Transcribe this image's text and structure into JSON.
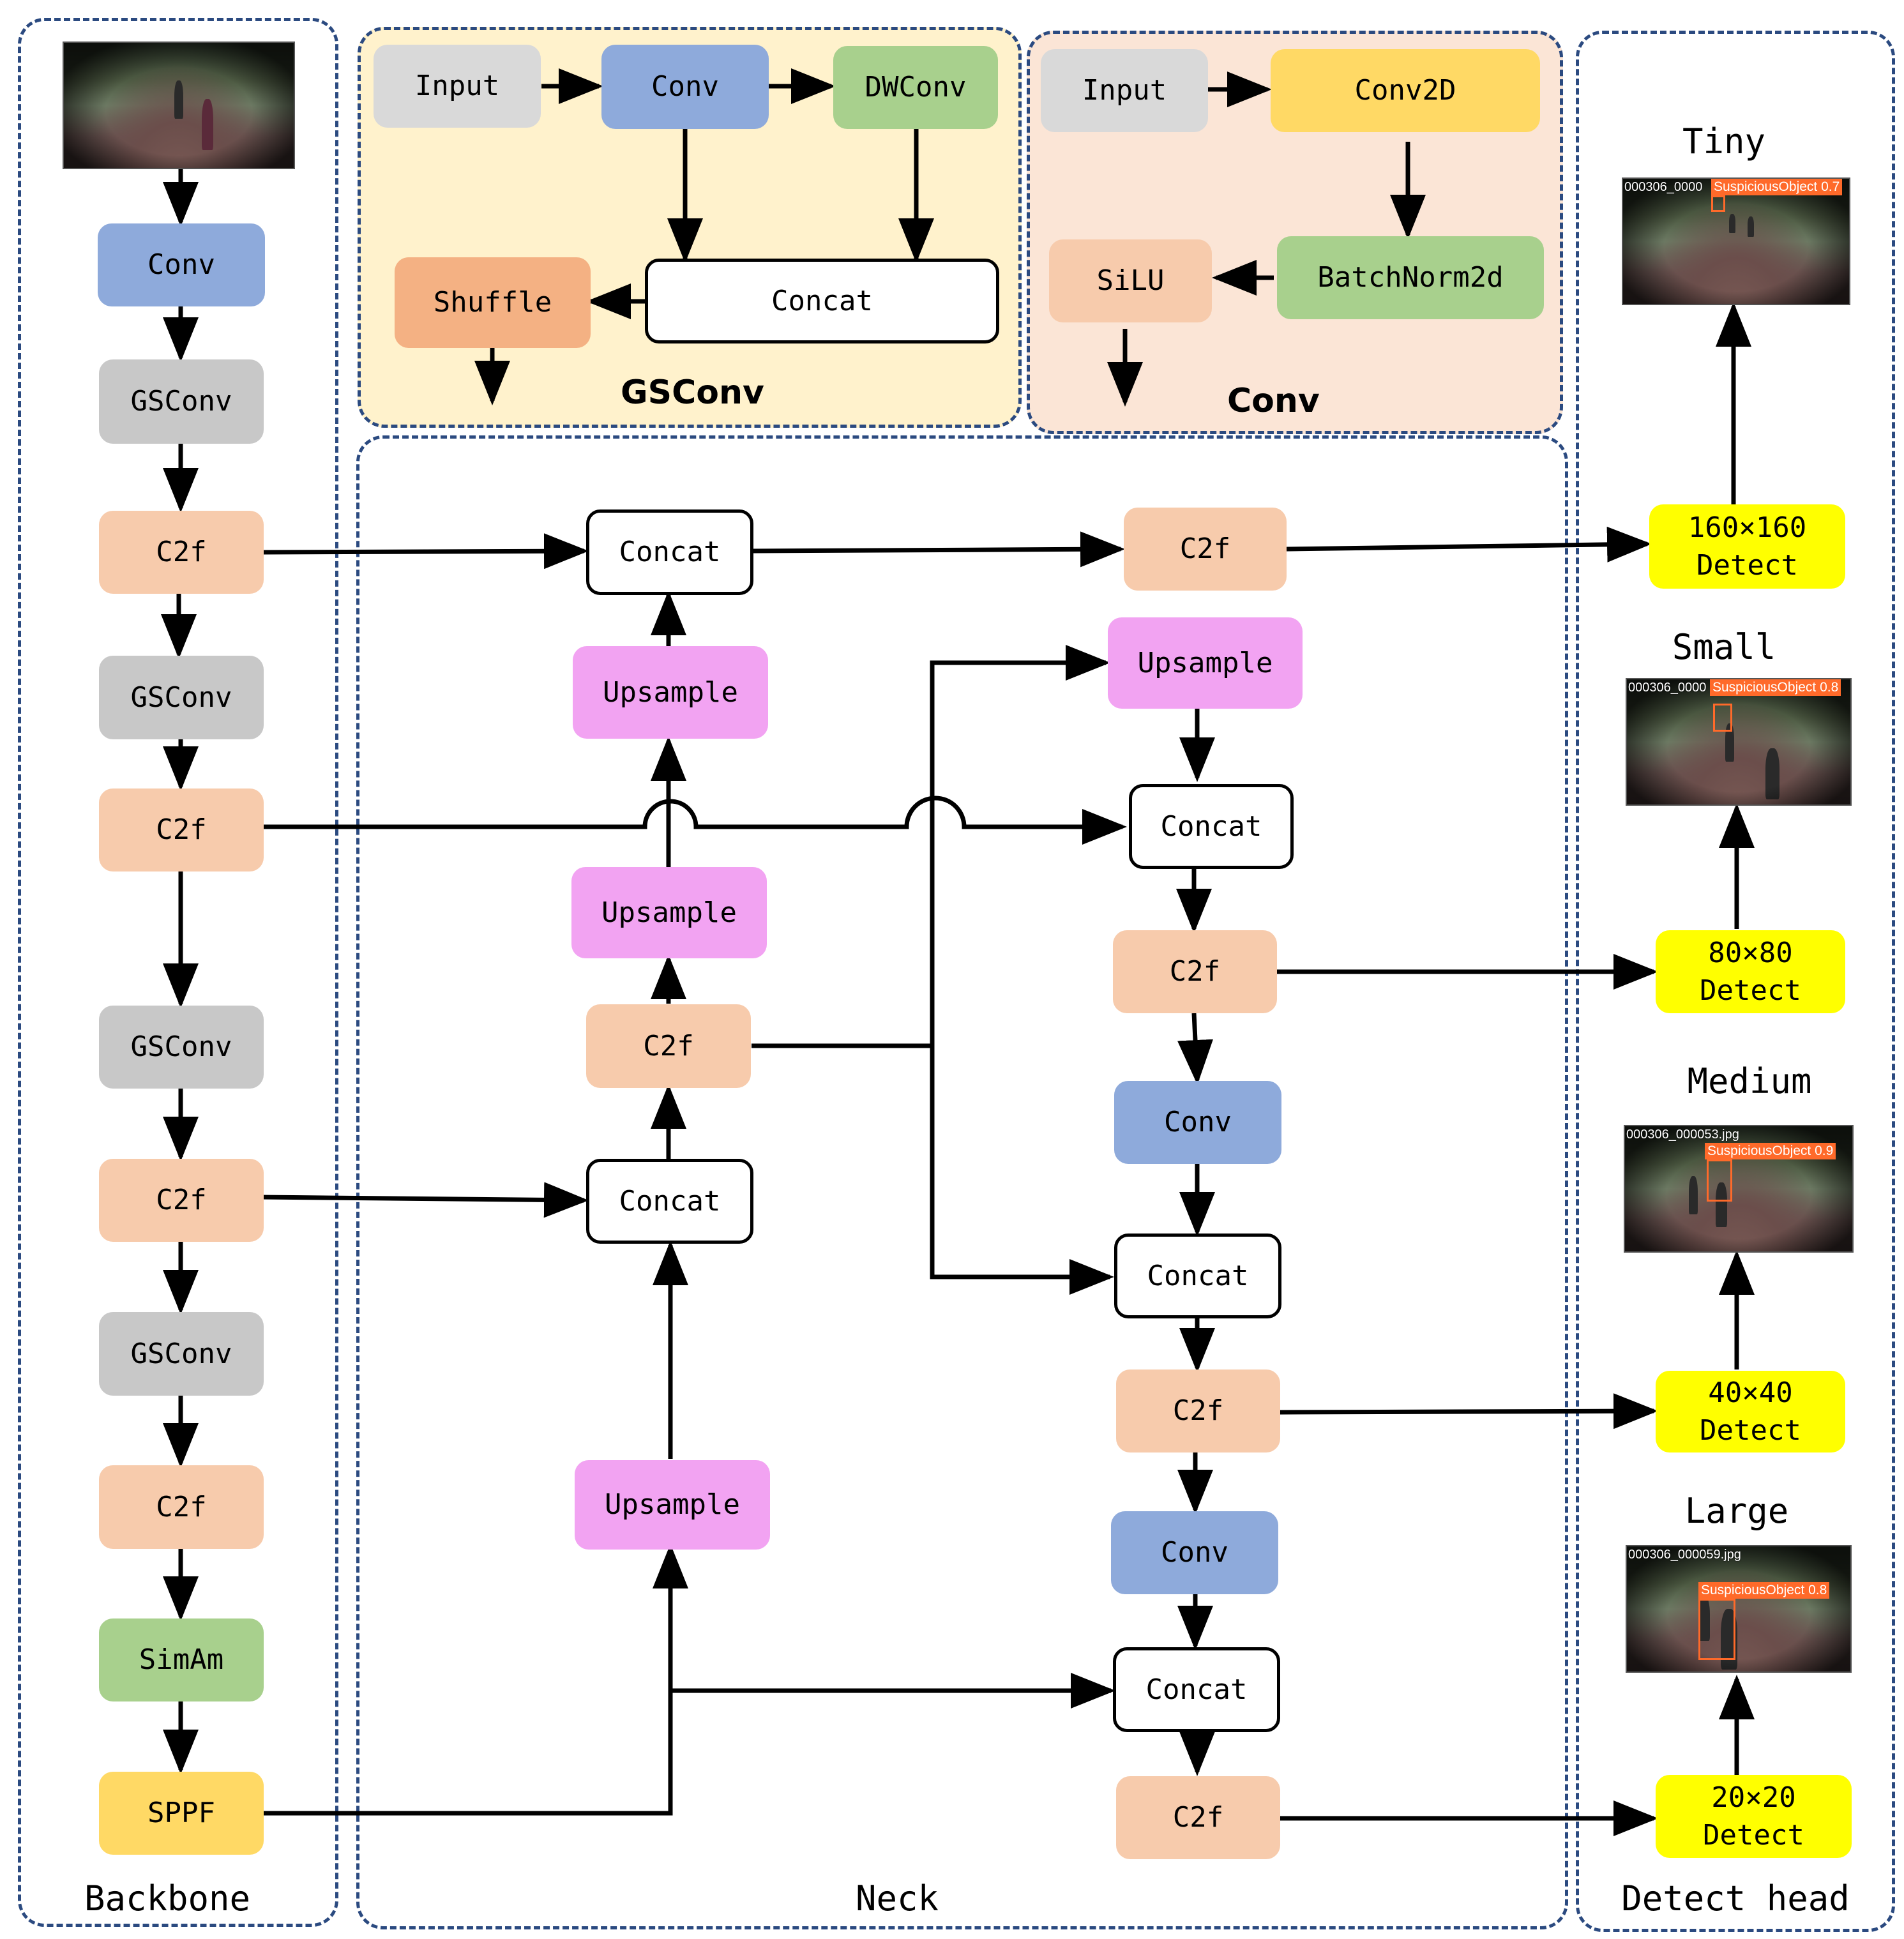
{
  "panels": {
    "backbone": "Backbone",
    "neck": "Neck",
    "detect_head": "Detect head",
    "gsconv_detail": "GSConv",
    "conv_detail": "Conv"
  },
  "backbone": {
    "conv": "Conv",
    "gsconv1": "GSConv",
    "c2f1": "C2f",
    "gsconv2": "GSConv",
    "c2f2": "C2f",
    "gsconv3": "GSConv",
    "c2f3": "C2f",
    "gsconv4": "GSConv",
    "c2f4": "C2f",
    "simam": "SimAm",
    "sppf": "SPPF"
  },
  "gsconv_detail": {
    "input": "Input",
    "conv": "Conv",
    "dwconv": "DWConv",
    "concat": "Concat",
    "shuffle": "Shuffle"
  },
  "conv_detail": {
    "input": "Input",
    "conv2d": "Conv2D",
    "batchnorm": "BatchNorm2d",
    "silu": "SiLU"
  },
  "neck": {
    "concat_a": "Concat",
    "upsample_a": "Upsample",
    "upsample_b": "Upsample",
    "c2f_a": "C2f",
    "concat_b": "Concat",
    "upsample_c": "Upsample",
    "c2f_top": "C2f",
    "upsample_d": "Upsample",
    "concat_c": "Concat",
    "c2f_mid": "C2f",
    "conv_a": "Conv",
    "concat_d": "Concat",
    "c2f_low": "C2f",
    "conv_b": "Conv",
    "concat_e": "Concat",
    "c2f_bottom": "C2f"
  },
  "head": {
    "tiny": {
      "scale": "Tiny",
      "size": "160×160",
      "action": "Detect",
      "file": "000306_0000",
      "det": "SuspiciousObject 0.7"
    },
    "small": {
      "scale": "Small",
      "size": "80×80",
      "action": "Detect",
      "file": "000306_0000",
      "det": "SuspiciousObject 0.8"
    },
    "medium": {
      "scale": "Medium",
      "size": "40×40",
      "action": "Detect",
      "file": "000306_000053.jpg",
      "det": "SuspiciousObject 0.9"
    },
    "large": {
      "scale": "Large",
      "size": "20×20",
      "action": "Detect",
      "file": "000306_000059.jpg",
      "det": "SuspiciousObject 0.8"
    }
  }
}
